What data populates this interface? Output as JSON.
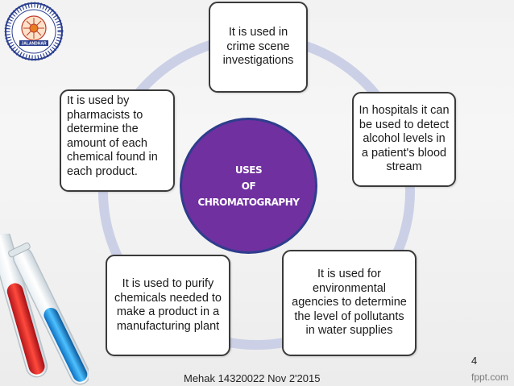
{
  "diagram": {
    "center": {
      "line1": "USES",
      "line2": "OF",
      "line3": "CHROMATOGRAPHY"
    },
    "boxes": {
      "top": "It is used in crime scene investigations",
      "right": "In hospitals it can be used to detect alcohol levels in a patient's blood stream",
      "bottom_right": "It is used for environmental agencies to determine the level of pollutants in water supplies",
      "bottom_left": "It is used to purify chemicals needed to make a product in a manufacturing plant",
      "left": "It is used by pharmacists to determine the amount of each chemical found in each product."
    }
  },
  "logo": {
    "text_bottom": "JALANDHAR"
  },
  "slide": {
    "page_number": "4",
    "footer": "Mehak 14320022 Nov 2'2015",
    "watermark": "fppt.com"
  },
  "colors": {
    "center_fill": "#7030a0",
    "center_border": "#2e3d8c",
    "ring": "#cbd0e6"
  }
}
